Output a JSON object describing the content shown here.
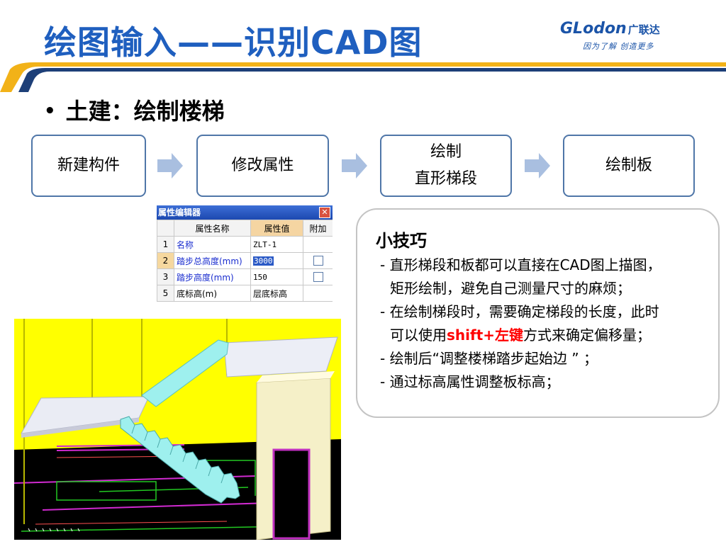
{
  "header": {
    "title": "绘图输入——识别CAD图",
    "logo_brand": "GLodon",
    "logo_cn": "广联达",
    "logo_slogan": "因为了解 创造更多"
  },
  "bullet": "土建：绘制楼梯",
  "flow": {
    "steps": [
      {
        "line1": "新建构件",
        "line2": ""
      },
      {
        "line1": "修改属性",
        "line2": ""
      },
      {
        "line1": "绘制",
        "line2": "直形梯段"
      },
      {
        "line1": "绘制板",
        "line2": ""
      }
    ]
  },
  "property_editor": {
    "title": "属性编辑器",
    "close": "✕",
    "headers": [
      "",
      "属性名称",
      "属性值",
      "附加"
    ],
    "rows": [
      {
        "index": "1",
        "name": "名称",
        "value": "ZLT-1"
      },
      {
        "index": "2",
        "name": "踏步总高度(mm)",
        "value": "3000"
      },
      {
        "index": "3",
        "name": "踏步高度(mm)",
        "value": "150"
      },
      {
        "index": "5",
        "name": "底标高(m)",
        "value": "层底标高"
      }
    ]
  },
  "tips": {
    "title": "小技巧",
    "items": [
      {
        "l1": "- 直形梯段和板都可以直接在CAD图上描图，",
        "l2": "矩形绘制，避免自己测量尺寸的麻烦；"
      },
      {
        "l1": "- 在绘制梯段时，需要确定梯段的长度，此时",
        "l2_pre": "可以使用",
        "l2_red": "shift+左键",
        "l2_post": "方式来确定偏移量；"
      },
      {
        "l1": "- 绘制后“调整楼梯踏步起始边 ” ；"
      },
      {
        "l1": "- 通过标高属性调整板标高；"
      }
    ]
  },
  "colors": {
    "title_blue": "#1f5fbf",
    "swoosh_navy": "#1d3f78",
    "swoosh_gold": "#f2b218",
    "box_border": "#4f76a8",
    "arrow_fill": "#a9bfe0",
    "cad_background": "#ffff00",
    "highlight_red": "#ff0000"
  }
}
